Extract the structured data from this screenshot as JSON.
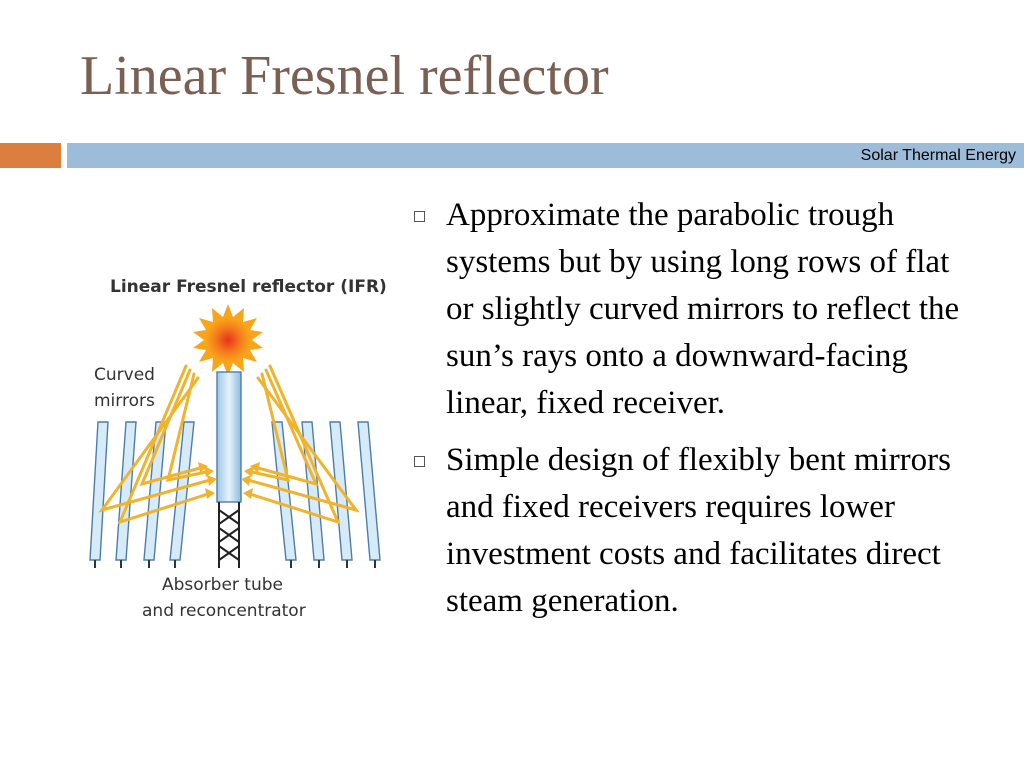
{
  "slide": {
    "title": "Linear Fresnel reflector",
    "subtitle": "Solar Thermal Energy",
    "colors": {
      "title": "#7a5f52",
      "accent_orange": "#dc7f3e",
      "accent_blue": "#9cbcd9",
      "mirror_fill": "#d6eaf8",
      "ray": "#f0b32b"
    }
  },
  "figure": {
    "heading": "Linear Fresnel reflector (IFR)",
    "label_mirrors_line1": "Curved",
    "label_mirrors_line2": "mirrors",
    "label_absorber_line1": "Absorber tube",
    "label_absorber_line2": "and reconcentrator",
    "icons": [
      "sun-icon",
      "mirror-icon",
      "receiver-tower-icon"
    ]
  },
  "bullets": [
    {
      "text": "Approximate the parabolic trough systems but by using long rows of flat or slightly curved mirrors to reflect the sun’s rays onto a downward-facing linear, fixed receiver."
    },
    {
      "text": "Simple design of flexibly bent mirrors and fixed receivers requires lower investment costs and facilitates direct steam generation."
    }
  ]
}
